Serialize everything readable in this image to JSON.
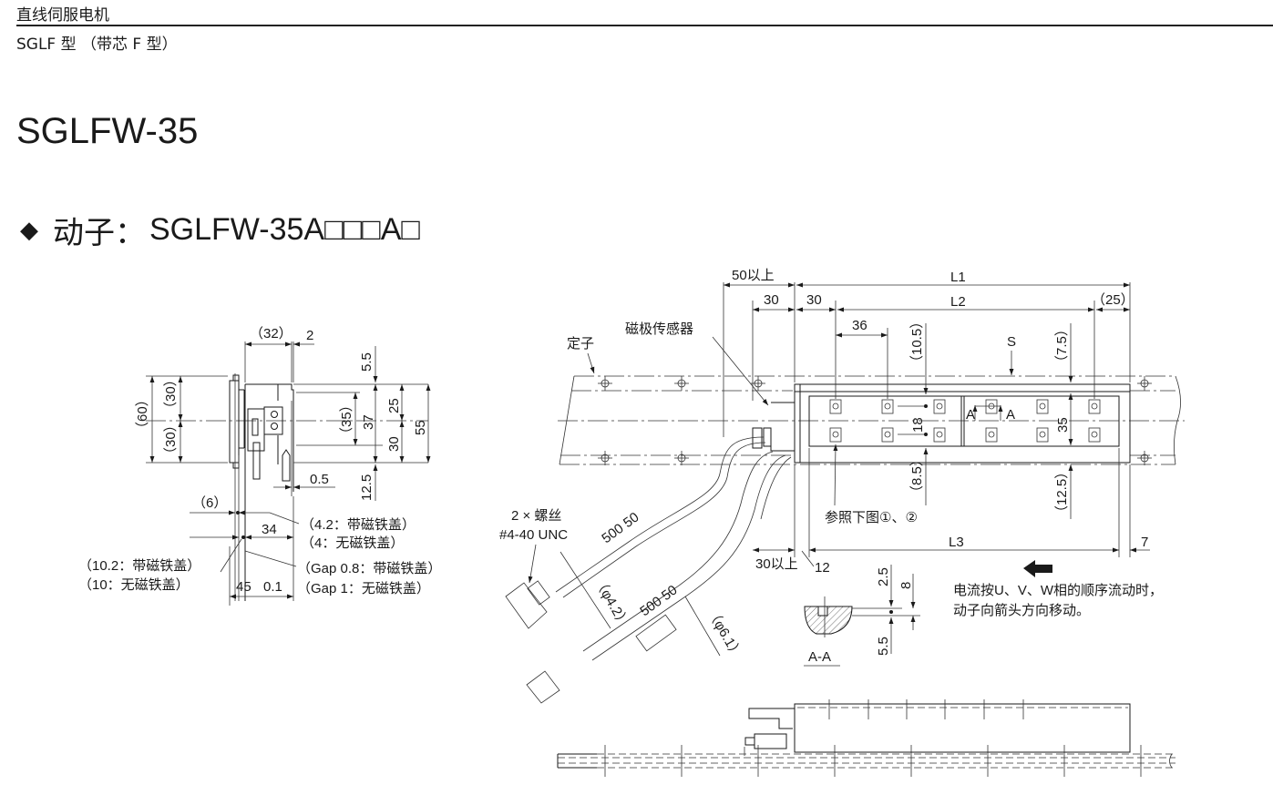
{
  "header": {
    "category": "直线伺服电机",
    "subtitle": "SGLF 型 （带芯 F 型）"
  },
  "model": "SGLFW-35",
  "section": {
    "bullet_icon": "diamond-icon",
    "label": "动子：",
    "part_number": "SGLFW-35A□□□A□"
  },
  "side_view": {
    "dims": {
      "d32": "（32）",
      "d2": "2",
      "d5_5": "5.5",
      "d60": "（60）",
      "d30_top": "（30）",
      "d30_bot": "（30）",
      "d35": "（35）",
      "d37": "37",
      "d25": "25",
      "d30": "30",
      "d55": "55",
      "d0_5": "0.5",
      "d12_5": "12.5",
      "d6": "（6）",
      "d34": "34",
      "d45": "45",
      "d0_1": "0.1"
    },
    "notes": {
      "n4_2_cover": "（4.2：带磁铁盖）",
      "n4_nocover": "（4：无磁铁盖）",
      "n10_2_cover": "（10.2：带磁铁盖）",
      "n10_nocover": "（10：无磁铁盖）",
      "gap_0_8": "（Gap 0.8：带磁铁盖）",
      "gap_1": "（Gap 1：无磁铁盖）"
    }
  },
  "top_view": {
    "dims": {
      "d50_min": "50以上",
      "L1": "L1",
      "d30a": "30",
      "d30b": "30",
      "L2": "L2",
      "d25": "（25）",
      "d36": "36",
      "d10_5": "（10.5）",
      "S": "S",
      "d7_5": "（7.5）",
      "d18": "18",
      "d35": "35",
      "d8_5": "（8.5）",
      "d12_5": "（12.5）",
      "L3": "L3",
      "d7": "7",
      "d30_min": "30以上",
      "d12": "12",
      "cable1_len": "500  50",
      "cable2_len": "500  50",
      "cable1_dia": "（φ4.2）",
      "cable2_dia": "（φ6.1）"
    },
    "labels": {
      "stator": "定子",
      "hall_sensor": "磁极传感器",
      "screws": "2 × 螺丝",
      "screw_spec": "#4-40 UNC",
      "refer": "参照下图①、②",
      "section_a": "A",
      "section_a2": "A"
    }
  },
  "section_aa": {
    "title": "A-A",
    "d2_5": "2.5",
    "d8": "8",
    "d5_5": "5.5"
  },
  "direction_note": {
    "arrow_icon": "left-arrow-icon",
    "line1": "电流按U、V、W相的顺序流动时，",
    "line2": "动子向箭头方向移动。"
  }
}
